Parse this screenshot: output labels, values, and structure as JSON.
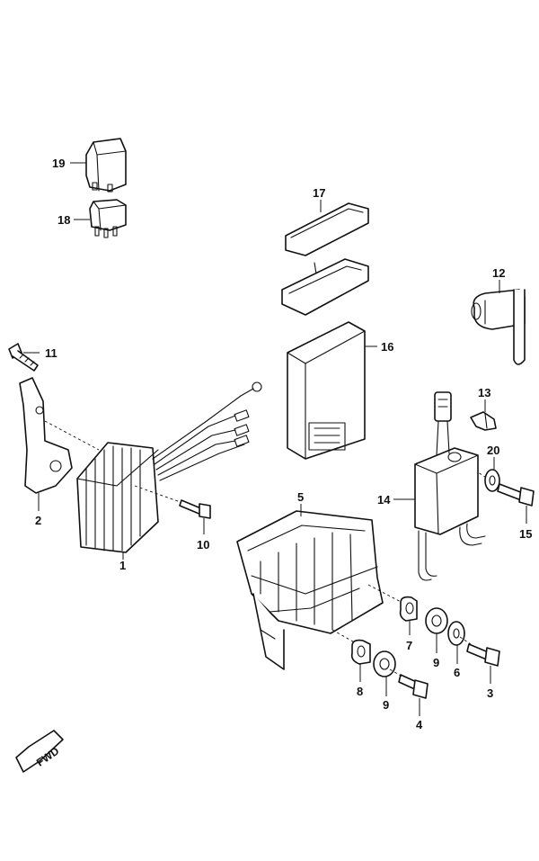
{
  "callouts": {
    "c1": "1",
    "c2": "2",
    "c3": "3",
    "c4": "4",
    "c5": "5",
    "c6": "6",
    "c7": "7",
    "c8": "8",
    "c9a": "9",
    "c9b": "9",
    "c10": "10",
    "c11": "11",
    "c12": "12",
    "c13": "13",
    "c14": "14",
    "c15": "15",
    "c16": "16",
    "c17": "17",
    "c18": "18",
    "c19": "19",
    "c20": "20"
  },
  "fwd": {
    "label": "FWD"
  },
  "colors": {
    "line": "#111111",
    "background": "#ffffff"
  }
}
